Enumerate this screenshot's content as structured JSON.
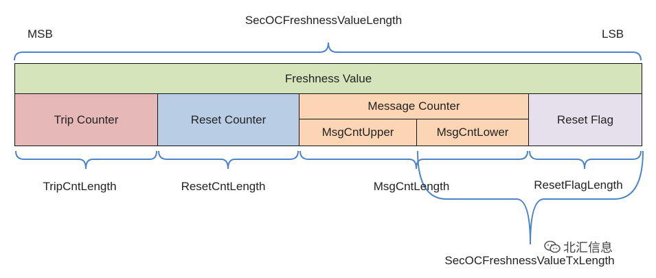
{
  "labels": {
    "total_length": "SecOCFreshnessValueLength",
    "msb": "MSB",
    "lsb": "LSB",
    "trip_length": "TripCntLength",
    "reset_length": "ResetCntLength",
    "msg_length": "MsgCntLength",
    "flag_length": "ResetFlagLength",
    "tx_length": "SecOCFreshnessValueTxLength"
  },
  "boxes": {
    "freshness": "Freshness Value",
    "trip": "Trip Counter",
    "reset": "Reset Counter",
    "message": "Message Counter",
    "msg_upper": "MsgCntUpper",
    "msg_lower": "MsgCntLower",
    "reset_flag": "Reset Flag"
  },
  "colors": {
    "freshness": "#d6e4bc",
    "trip": "#e6b8b7",
    "reset": "#b9cde5",
    "message": "#fcd5b4",
    "reset_flag": "#e5e0ec",
    "brace": "#4a83c8"
  },
  "watermark": {
    "icon": "wechat-icon",
    "text": "北汇信息"
  }
}
